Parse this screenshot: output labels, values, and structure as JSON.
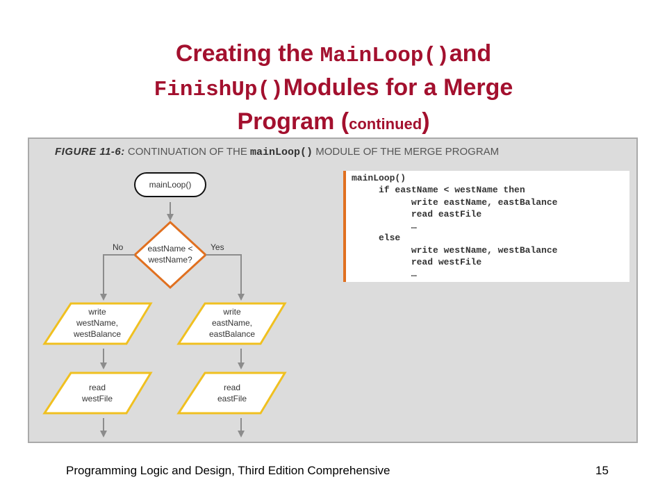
{
  "title": {
    "line1_prefix": "Creating the ",
    "line1_code": "MainLoop()",
    "line1_suffix": "and",
    "line2_code": "FinishUp()",
    "line2_suffix": "Modules for a Merge",
    "line3_prefix": "Program (",
    "line3_small": "continued",
    "line3_suffix": ")"
  },
  "figure": {
    "caption_label": "FIGURE 11-6:",
    "caption_text": "CONTINUATION OF THE",
    "caption_code": "mainLoop()",
    "caption_rest": "MODULE OF THE MERGE PROGRAM",
    "flowchart": {
      "start": "mainLoop()",
      "decision_line1": "eastName <",
      "decision_line2": "westName?",
      "no_label": "No",
      "yes_label": "Yes",
      "left_write": [
        "write",
        "westName,",
        "westBalance"
      ],
      "right_write": [
        "write",
        "eastName,",
        "eastBalance"
      ],
      "left_read": [
        "read",
        "westFile"
      ],
      "right_read": [
        "read",
        "eastFile"
      ]
    },
    "code_lines": [
      "mainLoop()",
      "     if eastName < westName then",
      "           write eastName, eastBalance",
      "           read eastFile",
      "           …",
      "     else",
      "           write westName, westBalance",
      "           read westFile",
      "           …"
    ]
  },
  "footer": {
    "left": "Programming Logic and Design, Third Edition Comprehensive",
    "page": "15"
  },
  "colors": {
    "title": "#a3102e",
    "terminal_border": "#111111",
    "decision_border": "#e07020",
    "io_border": "#f0c020",
    "code_bar": "#e07020",
    "arrow": "#8c8c8c"
  }
}
